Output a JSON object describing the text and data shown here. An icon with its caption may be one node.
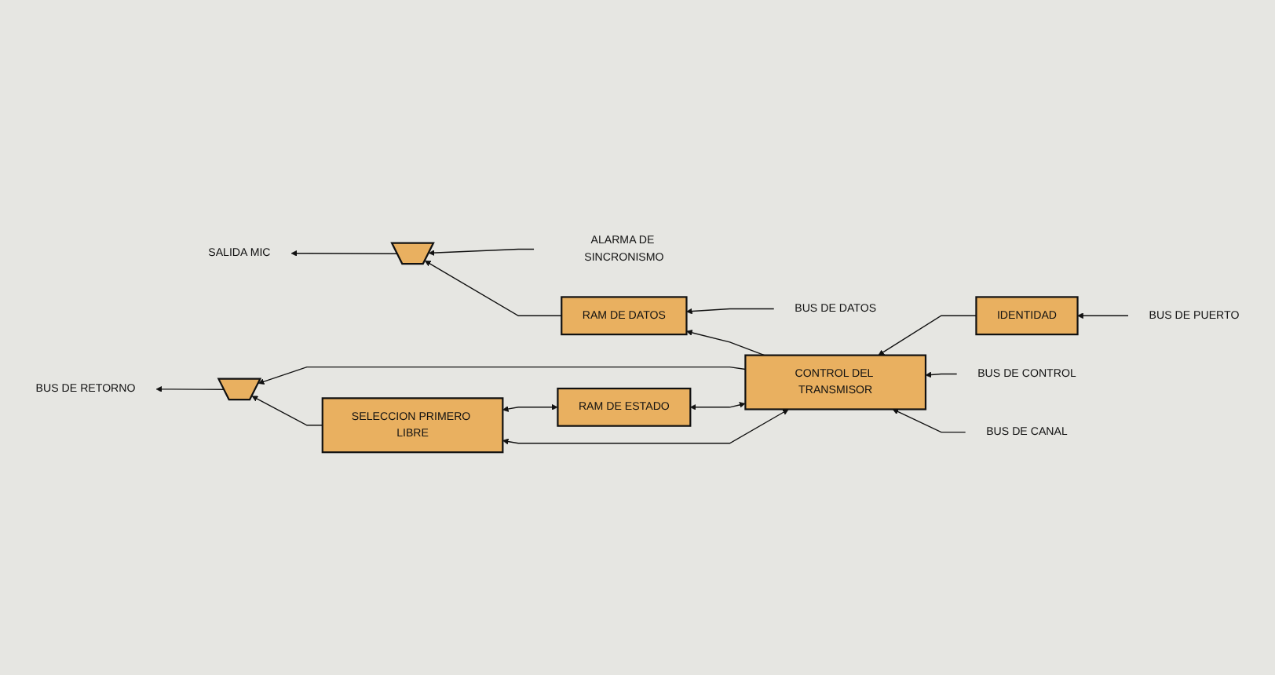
{
  "diagram": {
    "nodes": [
      {
        "text": [
          "SALIDA MIC"
        ]
      },
      {
        "text": [],
        "shape": "trapezoid"
      },
      {
        "text": [
          "ALARMA DE SINCRONISMO"
        ]
      },
      {
        "text": [
          "RAM DE DATOS"
        ]
      },
      {
        "text": [
          "BUS DE DATOS"
        ]
      },
      {
        "text": [
          "CONTROL DEL TRANSMISOR"
        ]
      },
      {
        "text": [
          "IDENTIDAD"
        ]
      },
      {
        "text": [
          "BUS DE PUERTO"
        ]
      },
      {
        "text": [
          "RAM DE ESTADO"
        ]
      },
      {
        "text": [
          "BUS DE CONTROL"
        ]
      },
      {
        "text": [
          "BUS DE CANAL"
        ]
      },
      {
        "text": [
          "SELECCION PRIMERO LIBRE"
        ]
      },
      {
        "text": [],
        "shape": "trapezoid"
      },
      {
        "text": [
          "BUS DE RETORNO"
        ]
      }
    ],
    "edges": [
      {
        "from": 1,
        "to": 0,
        "arrow": "to"
      },
      {
        "from": 2,
        "to": 1,
        "arrow": "to"
      },
      {
        "from": 3,
        "to": 1,
        "arrow": "to"
      },
      {
        "from": 4,
        "to": 3,
        "arrow": "to"
      },
      {
        "from": 5,
        "to": 3,
        "arrow": "to"
      },
      {
        "from": 7,
        "to": 6,
        "arrow": "to"
      },
      {
        "from": 6,
        "to": 5,
        "arrow": "to"
      },
      {
        "from": 5,
        "to": 8,
        "arrow": "both"
      },
      {
        "from": 8,
        "to": 11,
        "arrow": "both"
      },
      {
        "from": 5,
        "to": 11,
        "arrow": "both"
      },
      {
        "from": 9,
        "to": 5,
        "arrow": "to"
      },
      {
        "from": 10,
        "to": 5,
        "arrow": "to"
      },
      {
        "from": 5,
        "to": 12,
        "arrow": "to"
      },
      {
        "from": 11,
        "to": 12,
        "arrow": "to"
      },
      {
        "from": 12,
        "to": 13,
        "arrow": "to"
      }
    ]
  }
}
